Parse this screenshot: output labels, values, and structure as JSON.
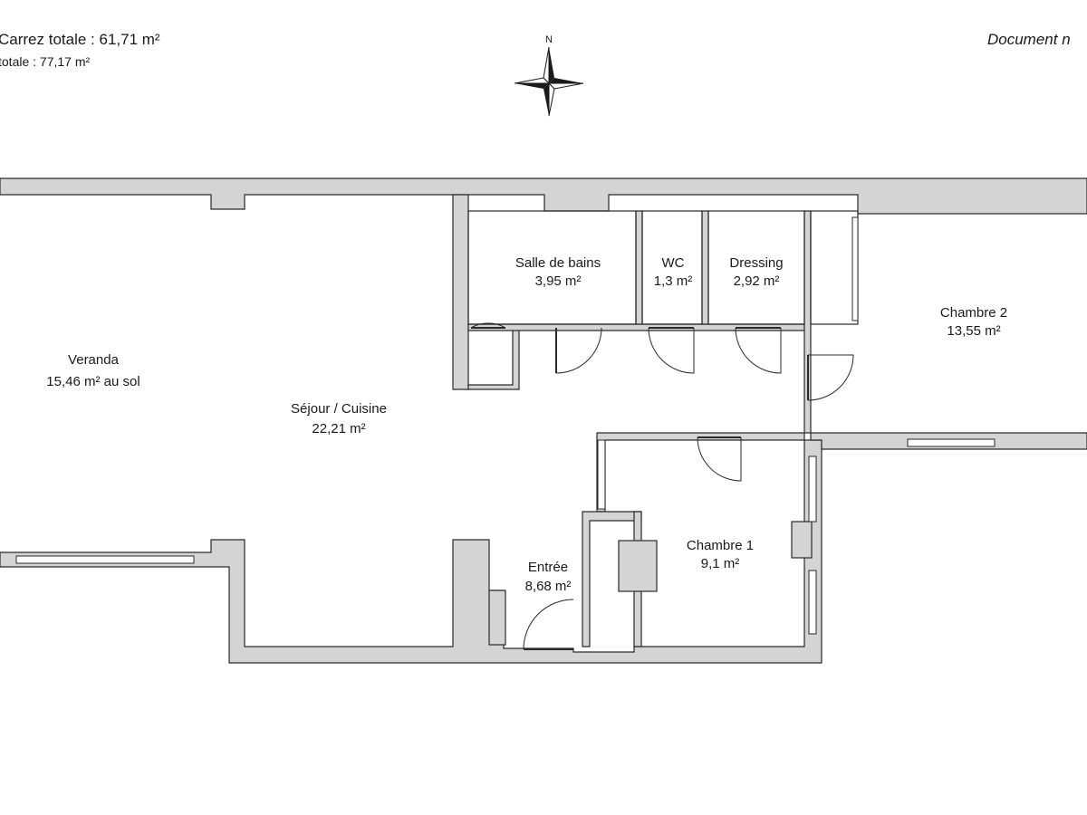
{
  "header": {
    "surface_carrez": "Carrez totale : 61,71 m²",
    "surface_totale": "totale : 77,17 m²",
    "document_note": "Document n",
    "north_label": "N"
  },
  "rooms": {
    "salle_de_bains": {
      "name": "Salle de bains",
      "area": "3,95 m²"
    },
    "wc": {
      "name": "WC",
      "area": "1,3 m²"
    },
    "dressing": {
      "name": "Dressing",
      "area": "2,92 m²"
    },
    "chambre_2": {
      "name": "Chambre 2",
      "area": "13,55 m²"
    },
    "veranda": {
      "name": "Veranda",
      "area": "15,46 m² au sol"
    },
    "sejour_cuisine": {
      "name": "Séjour / Cuisine",
      "area": "22,21 m²"
    },
    "chambre_1": {
      "name": "Chambre 1",
      "area": "9,1 m²"
    },
    "entree": {
      "name": "Entrée",
      "area": "8,68 m²"
    }
  },
  "colors": {
    "wall_fill": "#d4d4d4",
    "line": "#2a2a2a",
    "background": "#ffffff"
  }
}
